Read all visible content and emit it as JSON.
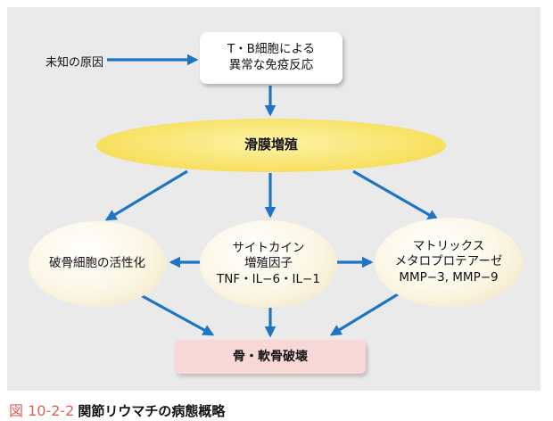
{
  "diagram": {
    "unknown_cause": "未知の原因",
    "immune_reaction": "T・B細胞による\n異常な免疫反応",
    "synovium": "滑膜増殖",
    "osteoclast": "破骨細胞の活性化",
    "cytokine": "サイトカイン\n増殖因子\nTNF・IL−6・IL−1",
    "mmp": "マトリックス\nメタロプロテアーゼ\nMMP−3, MMP−9",
    "destruction": "骨・軟骨破壊"
  },
  "caption": {
    "number": "図 10-2-2",
    "title": "関節リウマチの病態概略"
  },
  "colors": {
    "arrow": "#1e75c4",
    "panel": "#eaeaea",
    "synovium": "#f7e05e",
    "destruction": "#f7d8d6",
    "caption_number": "#e0625a"
  }
}
